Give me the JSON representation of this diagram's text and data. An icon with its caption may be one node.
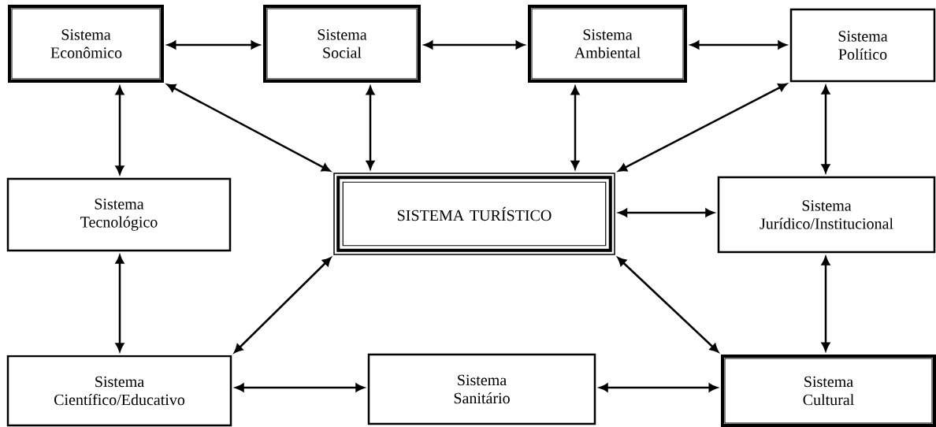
{
  "diagram": {
    "nodes": [
      {
        "text": [
          "Sistema Econômico"
        ]
      },
      {
        "text": [
          "Sistema Social"
        ]
      },
      {
        "text": [
          "Sistema Ambiental"
        ]
      },
      {
        "text": [
          "Sistema Político"
        ]
      },
      {
        "text": [
          "Sistema Tecnológico"
        ]
      },
      {
        "text": [
          "SISTEMA TURÍSTICO"
        ]
      },
      {
        "text": [
          "Sistema Jurídico/Institucional"
        ]
      },
      {
        "text": [
          "Sistema Científico/Educativo"
        ]
      },
      {
        "text": [
          "Sistema Sanitário"
        ]
      },
      {
        "text": [
          "Sistema Cultural"
        ]
      }
    ],
    "edges": [
      {
        "from": 0,
        "to": 1,
        "arrow": "both"
      },
      {
        "from": 1,
        "to": 2,
        "arrow": "both"
      },
      {
        "from": 2,
        "to": 3,
        "arrow": "both"
      },
      {
        "from": 0,
        "to": 4,
        "arrow": "both"
      },
      {
        "from": 0,
        "to": 5,
        "arrow": "both"
      },
      {
        "from": 1,
        "to": 5,
        "arrow": "both"
      },
      {
        "from": 2,
        "to": 5,
        "arrow": "both"
      },
      {
        "from": 3,
        "to": 5,
        "arrow": "both"
      },
      {
        "from": 3,
        "to": 6,
        "arrow": "both"
      },
      {
        "from": 5,
        "to": 6,
        "arrow": "both"
      },
      {
        "from": 4,
        "to": 7,
        "arrow": "both"
      },
      {
        "from": 7,
        "to": 5,
        "arrow": "both"
      },
      {
        "from": 5,
        "to": 9,
        "arrow": "both"
      },
      {
        "from": 6,
        "to": 9,
        "arrow": "both"
      },
      {
        "from": 7,
        "to": 8,
        "arrow": "both"
      },
      {
        "from": 8,
        "to": 9,
        "arrow": "both"
      }
    ]
  }
}
